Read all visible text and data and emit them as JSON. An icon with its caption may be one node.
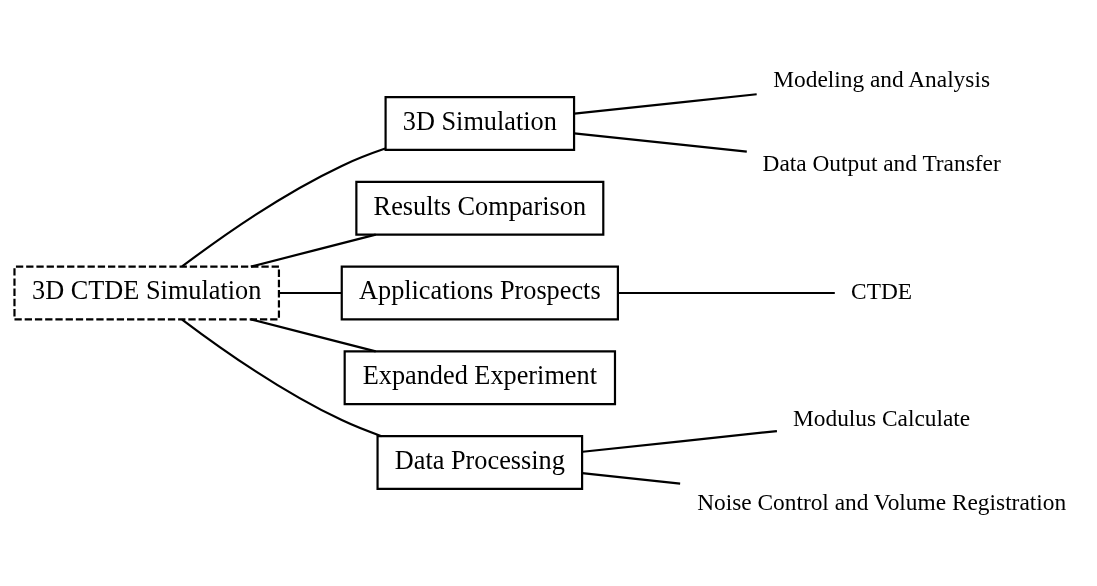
{
  "diagram": {
    "nodes": [
      {
        "text": [
          "3D CTDE Simulation"
        ]
      },
      {
        "text": [
          "3D Simulation"
        ]
      },
      {
        "text": [
          "Modeling and Analysis"
        ]
      },
      {
        "text": [
          "Data Output and Transfer"
        ]
      },
      {
        "text": [
          "Results Comparison"
        ]
      },
      {
        "text": [
          "Applications Prospects"
        ]
      },
      {
        "text": [
          "CTDE"
        ]
      },
      {
        "text": [
          "Expanded Experiment"
        ]
      },
      {
        "text": [
          "Modulus Calculate"
        ]
      },
      {
        "text": [
          "Noise Control and Volume Registration"
        ]
      },
      {
        "text": [
          "Data Processing"
        ]
      }
    ],
    "edges": [
      {
        "from": 1,
        "to": 0,
        "arrow": "none"
      },
      {
        "from": 2,
        "to": 1,
        "arrow": "none"
      },
      {
        "from": 3,
        "to": 1,
        "arrow": "none"
      },
      {
        "from": 4,
        "to": 0,
        "arrow": "none"
      },
      {
        "from": 5,
        "to": 0,
        "arrow": "none"
      },
      {
        "from": 6,
        "to": 5,
        "arrow": "none"
      },
      {
        "from": 7,
        "to": 0,
        "arrow": "none"
      },
      {
        "from": 8,
        "to": 10,
        "arrow": "none"
      },
      {
        "from": 9,
        "to": 10,
        "arrow": "none"
      },
      {
        "from": 10,
        "to": 0,
        "arrow": "none"
      }
    ]
  }
}
